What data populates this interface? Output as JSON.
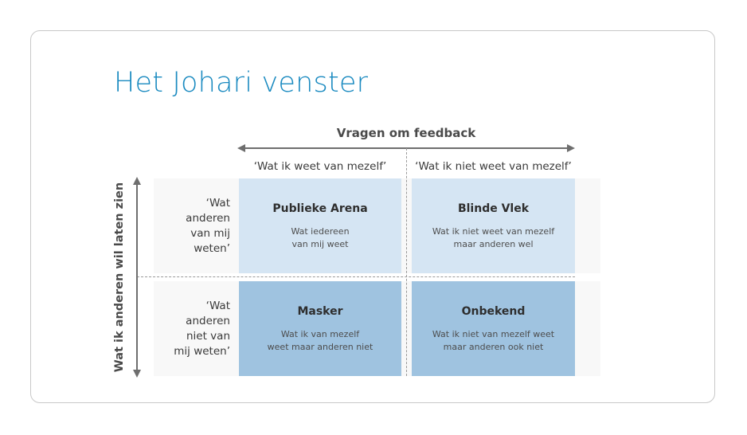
{
  "title": "Het Johari venster",
  "axes": {
    "horizontal_label": "Vragen om feedback",
    "vertical_label": "Wat ik anderen wil laten zien"
  },
  "columns": [
    {
      "label": "‘Wat ik weet van mezelf’"
    },
    {
      "label": "‘Wat ik niet weet van mezelf’"
    }
  ],
  "rows": [
    {
      "label_lines": [
        "‘Wat",
        "anderen",
        "van mij",
        "weten’"
      ]
    },
    {
      "label_lines": [
        "‘Wat",
        "anderen",
        "niet van",
        "mij weten’"
      ]
    }
  ],
  "quadrants": [
    {
      "title": "Publieke Arena",
      "desc_lines": [
        "Wat iedereen",
        "van mij weet"
      ],
      "color": "#d5e5f3"
    },
    {
      "title": "Blinde Vlek",
      "desc_lines": [
        "Wat ik niet weet van mezelf",
        "maar anderen wel"
      ],
      "color": "#d5e5f3"
    },
    {
      "title": "Masker",
      "desc_lines": [
        "Wat ik van mezelf",
        "weet maar anderen niet"
      ],
      "color": "#9fc3e0"
    },
    {
      "title": "Onbekend",
      "desc_lines": [
        "Wat ik niet van mezelf weet",
        "maar anderen ook niet"
      ],
      "color": "#9fc3e0"
    }
  ],
  "colors": {
    "title": "#1a8ac0",
    "light_cell": "#d5e5f3",
    "dark_cell": "#9fc3e0",
    "band": "#f8f8f8",
    "arrow": "#6e6e6e"
  }
}
